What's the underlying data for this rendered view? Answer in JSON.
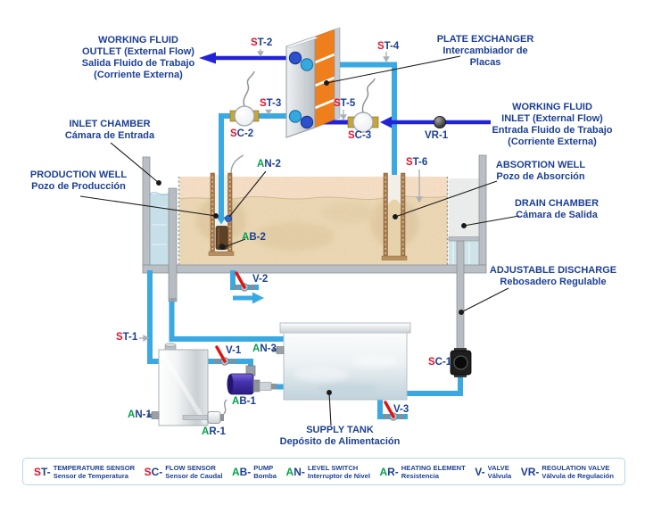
{
  "labels": {
    "working_fluid_outlet": [
      "WORKING FLUID",
      "OUTLET (External Flow)",
      "Salida Fluido de Trabajo",
      "(Corriente Externa)"
    ],
    "plate_exchanger": [
      "PLATE EXCHANGER",
      "Intercambiador de Placas"
    ],
    "working_fluid_inlet": [
      "WORKING FLUID",
      "INLET (External Flow)",
      "Entrada Fluido de Trabajo",
      "(Corriente Externa)"
    ],
    "inlet_chamber": [
      "INLET CHAMBER",
      "Cámara de Entrada"
    ],
    "production_well": [
      "PRODUCTION WELL",
      "Pozo de Producción"
    ],
    "absorption_well": [
      "ABSORTION WELL",
      "Pozo de Absorción"
    ],
    "drain_chamber": [
      "DRAIN CHAMBER",
      "Cámara de Salida"
    ],
    "adjustable_discharge": [
      "ADJUSTABLE DISCHARGE",
      "Rebosadero Regulable"
    ],
    "supply_tank": [
      "SUPPLY TANK",
      "Depósito de Alimentación"
    ]
  },
  "tags": {
    "st1": {
      "p": "S",
      "r": "T-1"
    },
    "st2": {
      "p": "S",
      "r": "T-2"
    },
    "st3": {
      "p": "S",
      "r": "T-3"
    },
    "st4": {
      "p": "S",
      "r": "T-4"
    },
    "st5": {
      "p": "S",
      "r": "T-5"
    },
    "st6": {
      "p": "S",
      "r": "T-6"
    },
    "sc1": {
      "p": "S",
      "r": "C-1"
    },
    "sc2": {
      "p": "S",
      "r": "C-2"
    },
    "sc3": {
      "p": "S",
      "r": "C-3"
    },
    "an1": {
      "p": "A",
      "r": "N-1"
    },
    "an2": {
      "p": "A",
      "r": "N-2"
    },
    "an3": {
      "p": "A",
      "r": "N-3"
    },
    "ab1": {
      "p": "A",
      "r": "B-1"
    },
    "ab2": {
      "p": "A",
      "r": "B-2"
    },
    "ar1": {
      "p": "A",
      "r": "R-1"
    },
    "v1": {
      "p": "",
      "r": "V-1"
    },
    "v2": {
      "p": "",
      "r": "V-2"
    },
    "v3": {
      "p": "",
      "r": "V-3"
    },
    "vr1": {
      "p": "",
      "r": "VR-1"
    }
  },
  "legend": {
    "items": [
      {
        "p1": "S",
        "p2": "T-",
        "en": "TEMPERATURE SENSOR",
        "es": "Sensor de Temperatura"
      },
      {
        "p1": "S",
        "p2": "C-",
        "en": "FLOW SENSOR",
        "es": "Sensor de Caudal"
      },
      {
        "p1": "A",
        "p2": "B-",
        "en": "PUMP",
        "es": "Bomba"
      },
      {
        "p1": "A",
        "p2": "N-",
        "en": "LEVEL SWITCH",
        "es": "Interruptor de Nivel"
      },
      {
        "p1": "A",
        "p2": "R-",
        "en": "HEATING ELEMENT",
        "es": "Resistencia"
      },
      {
        "p1": "",
        "p2": "V-",
        "en": "VALVE",
        "es": "Válvula"
      },
      {
        "p1": "",
        "p2": "VR-",
        "en": "REGULATION VALVE",
        "es": "Válvula de Regulación"
      }
    ]
  },
  "colors": {
    "text_blue": "#1c3f94",
    "tag_red": "#e8112d",
    "tag_green": "#00a14b",
    "cold_pipe_cyan": "#3aa9e1",
    "external_pipe_blue": "#2323d6",
    "plate_orange": "#ee7f1c",
    "sand": "#f4dcc0",
    "water": "#c9e0ea"
  }
}
